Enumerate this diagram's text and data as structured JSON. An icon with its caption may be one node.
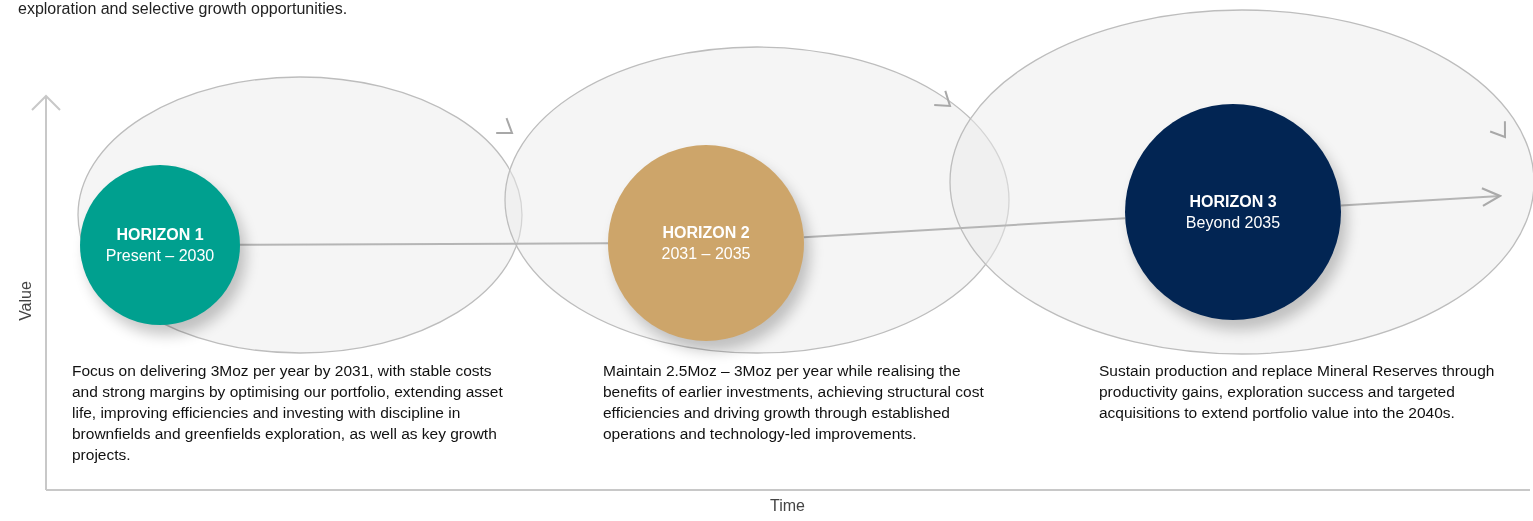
{
  "diagram": {
    "nodes": [
      {
        "text": [
          "HORIZON 1",
          "Present – 2030"
        ],
        "beside": [
          "Focus on delivering 3Moz per year by 2031, with stable costs and strong margins by optimising our portfolio, extending asset life, improving efficiencies and investing with discipline in brownfields and greenfields exploration, as well as key growth projects."
        ]
      },
      {
        "text": [
          "HORIZON 2",
          "2031 – 2035"
        ],
        "beside": [
          "Maintain 2.5Moz – 3Moz per year while realising the benefits of earlier investments, achieving structural cost efficiencies and driving growth through established operations and technology-led improvements."
        ]
      },
      {
        "text": [
          "HORIZON 3",
          "Beyond 2035"
        ],
        "beside": [
          "Sustain production and replace Mineral Reserves through productivity gains, exploration success and targeted acquisitions to extend portfolio value into the 2040s."
        ]
      }
    ],
    "edges": [
      {
        "from": 0,
        "to": 1,
        "arrow": "none"
      },
      {
        "from": 1,
        "to": 2,
        "arrow": "none"
      },
      {
        "from": 2,
        "to": null,
        "arrow": "to"
      }
    ],
    "labels": [
      "exploration and selective growth opportunities.",
      "Value",
      "Time"
    ]
  }
}
